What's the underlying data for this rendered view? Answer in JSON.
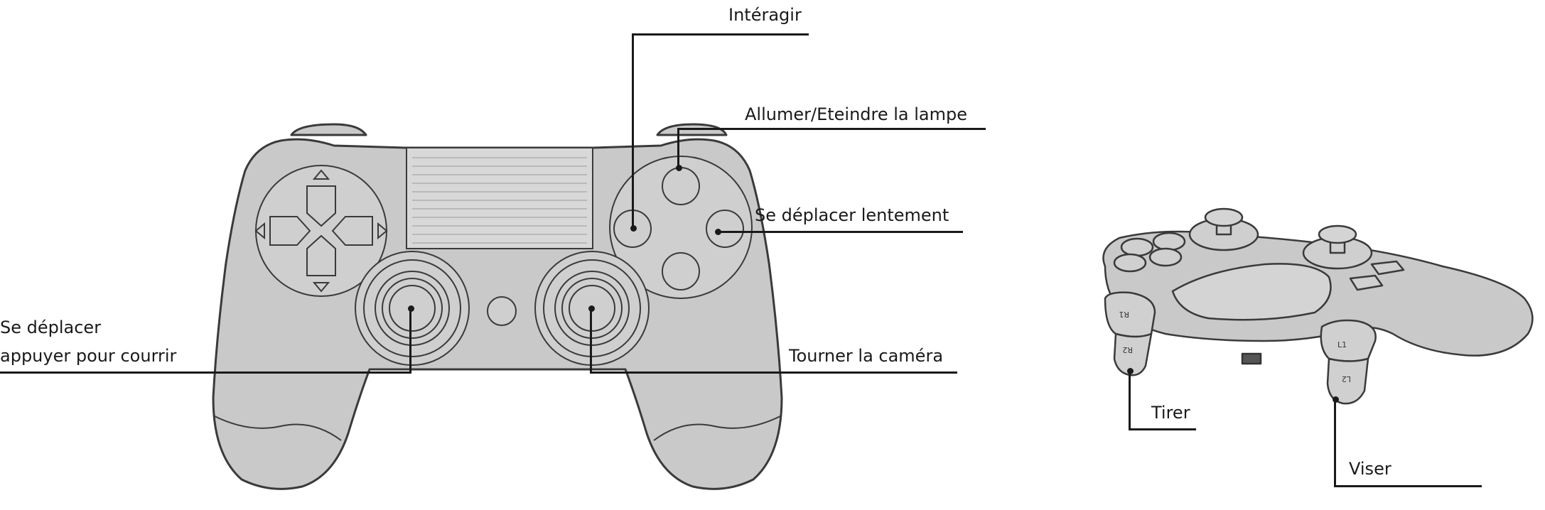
{
  "labels": {
    "interact": "Intéragir",
    "lamp": "Allumer/Eteindre la lampe",
    "slow_move": "Se déplacer lentement",
    "move_line1": "Se déplacer",
    "move_line2": "appuyer pour courrir",
    "camera": "Tourner la caméra",
    "shoot": "Tirer",
    "aim": "Viser"
  },
  "side_view_trigger_marks": {
    "r1": "R1",
    "r2": "R2",
    "l1": "L1",
    "l2": "L2"
  },
  "colors": {
    "controller_fill": "#c9c9c9",
    "controller_outline": "#3a3a3a",
    "leader_line": "#1a1a1a",
    "text": "#1a1a1a"
  }
}
